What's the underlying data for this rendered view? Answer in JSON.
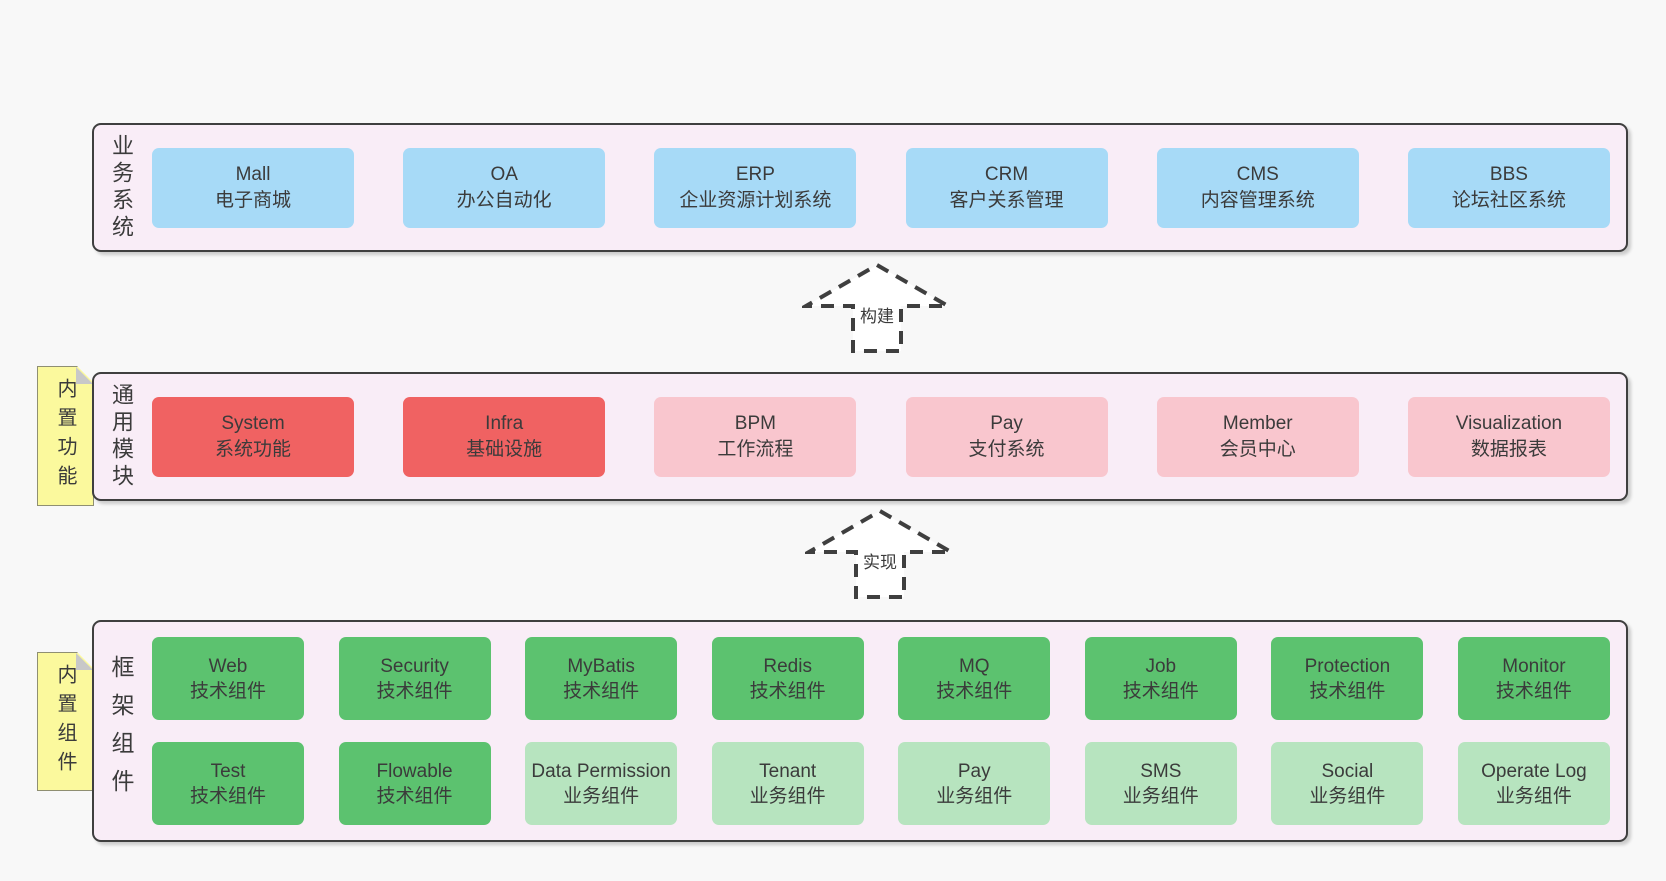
{
  "colors": {
    "page-bg": "#f8f8f8",
    "container-bg": "#f9edf7",
    "container-border": "#3f3f3f",
    "box-blue": "#a7daf7",
    "box-red": "#f06262",
    "box-pink": "#f9c6ce",
    "box-green": "#5cc26f",
    "box-lightgreen": "#b7e4bf",
    "note-bg": "#fbf99d",
    "note-border": "#8f8f72",
    "note-fold": "#c8c8c8",
    "text": "#3b3b3b",
    "arrow-stroke": "#3f3f3f"
  },
  "sections": {
    "business": {
      "label": "业务系统",
      "boxes": [
        {
          "name": "Mall",
          "desc": "电子商城",
          "variant": "blue"
        },
        {
          "name": "OA",
          "desc": "办公自动化",
          "variant": "blue"
        },
        {
          "name": "ERP",
          "desc": "企业资源计划系统",
          "variant": "blue"
        },
        {
          "name": "CRM",
          "desc": "客户关系管理",
          "variant": "blue"
        },
        {
          "name": "CMS",
          "desc": "内容管理系统",
          "variant": "blue"
        },
        {
          "name": "BBS",
          "desc": "论坛社区系统",
          "variant": "blue"
        }
      ]
    },
    "modules": {
      "label": "通用模块",
      "note": "内置功能",
      "boxes": [
        {
          "name": "System",
          "desc": "系统功能",
          "variant": "red"
        },
        {
          "name": "Infra",
          "desc": "基础设施",
          "variant": "red"
        },
        {
          "name": "BPM",
          "desc": "工作流程",
          "variant": "pink"
        },
        {
          "name": "Pay",
          "desc": "支付系统",
          "variant": "pink"
        },
        {
          "name": "Member",
          "desc": "会员中心",
          "variant": "pink"
        },
        {
          "name": "Visualization",
          "desc": "数据报表",
          "variant": "pink"
        }
      ]
    },
    "framework": {
      "label": "框架组件",
      "note": "内置组件",
      "rows": [
        [
          {
            "name": "Web",
            "desc": "技术组件",
            "variant": "green"
          },
          {
            "name": "Security",
            "desc": "技术组件",
            "variant": "green"
          },
          {
            "name": "MyBatis",
            "desc": "技术组件",
            "variant": "green"
          },
          {
            "name": "Redis",
            "desc": "技术组件",
            "variant": "green"
          },
          {
            "name": "MQ",
            "desc": "技术组件",
            "variant": "green"
          },
          {
            "name": "Job",
            "desc": "技术组件",
            "variant": "green"
          },
          {
            "name": "Protection",
            "desc": "技术组件",
            "variant": "green"
          },
          {
            "name": "Monitor",
            "desc": "技术组件",
            "variant": "green"
          }
        ],
        [
          {
            "name": "Test",
            "desc": "技术组件",
            "variant": "green"
          },
          {
            "name": "Flowable",
            "desc": "技术组件",
            "variant": "green"
          },
          {
            "name": "Data Permission",
            "desc": "业务组件",
            "variant": "lightgreen"
          },
          {
            "name": "Tenant",
            "desc": "业务组件",
            "variant": "lightgreen"
          },
          {
            "name": "Pay",
            "desc": "业务组件",
            "variant": "lightgreen"
          },
          {
            "name": "SMS",
            "desc": "业务组件",
            "variant": "lightgreen"
          },
          {
            "name": "Social",
            "desc": "业务组件",
            "variant": "lightgreen"
          },
          {
            "name": "Operate Log",
            "desc": "业务组件",
            "variant": "lightgreen"
          }
        ]
      ]
    }
  },
  "arrows": [
    {
      "label": "构建"
    },
    {
      "label": "实现"
    }
  ]
}
